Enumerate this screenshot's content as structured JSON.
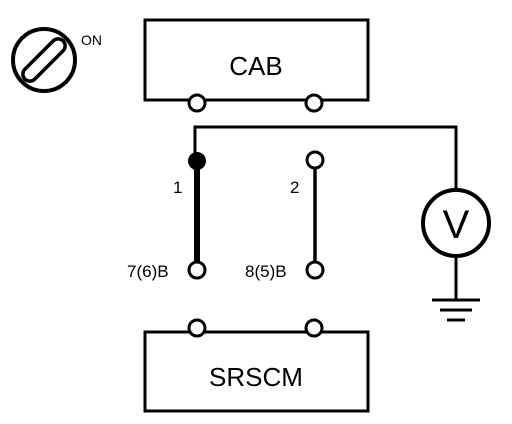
{
  "ignition": {
    "state_label": "ON"
  },
  "units": {
    "cab": {
      "label": "CAB"
    },
    "srscm": {
      "label": "SRSCM"
    }
  },
  "terminals": {
    "pin1": {
      "label": "1"
    },
    "pin2": {
      "label": "2"
    },
    "pin7": {
      "label": "7(6)B"
    },
    "pin8": {
      "label": "8(5)B"
    }
  },
  "meter": {
    "symbol": "V"
  },
  "colors": {
    "ink": "#000000",
    "background": "#ffffff"
  }
}
